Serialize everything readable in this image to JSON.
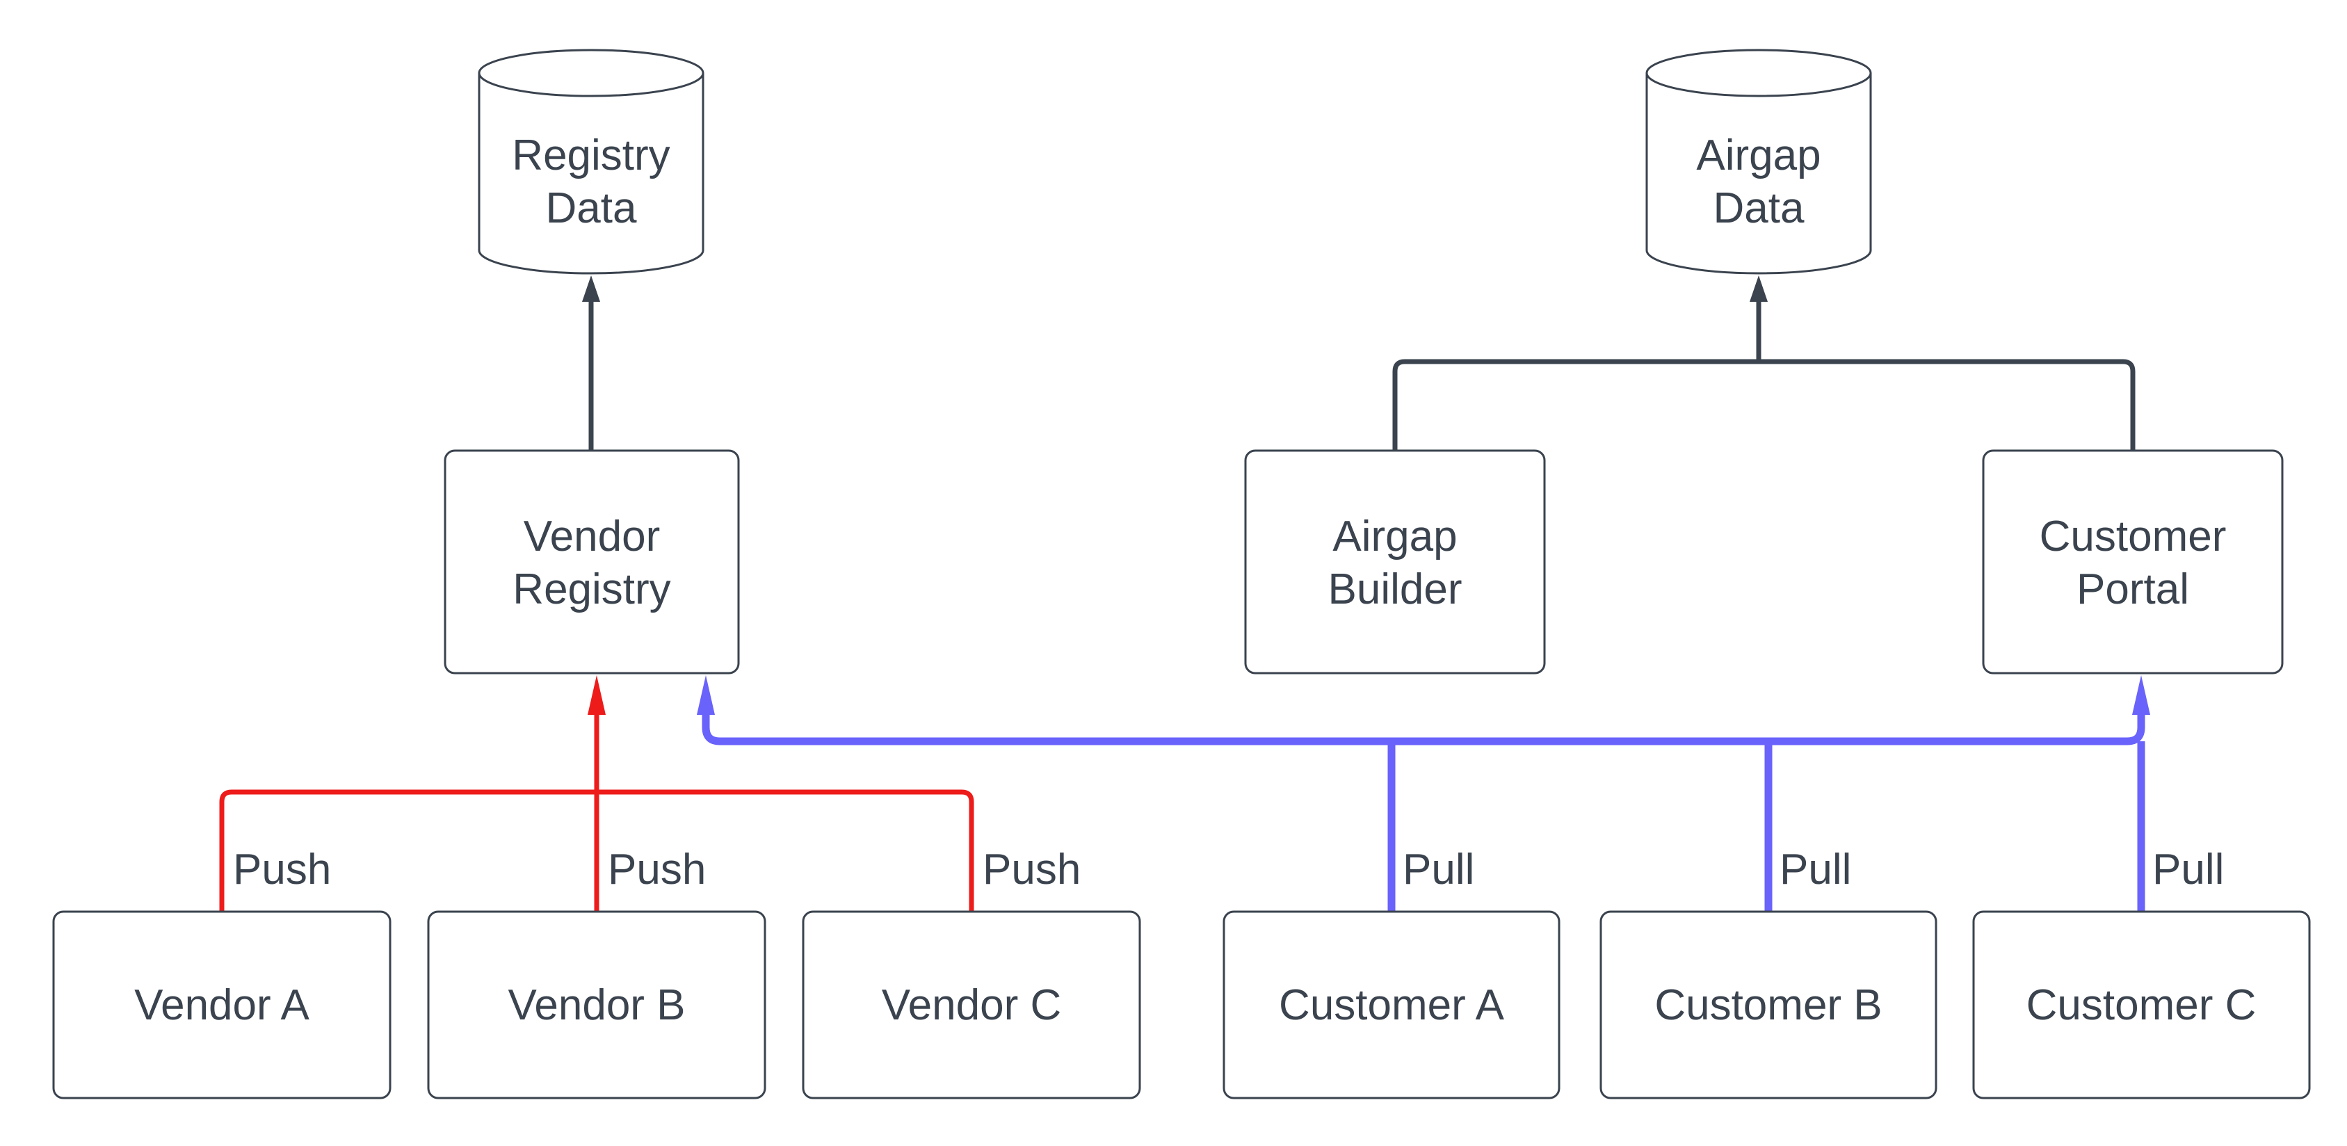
{
  "diagram": {
    "background": "#ffffff",
    "colors": {
      "node_stroke": "#3a434e",
      "text": "#3a434e",
      "push_edge": "#ee1b1b",
      "pull_edge": "#6962fb",
      "dark_edge": "#3a434e"
    },
    "datastores": [
      {
        "line1": "Registry",
        "line2": "Data"
      },
      {
        "line1": "Airgap",
        "line2": "Data"
      }
    ],
    "services": [
      {
        "line1": "Vendor",
        "line2": "Registry"
      },
      {
        "line1": "Airgap",
        "line2": "Builder"
      },
      {
        "line1": "Customer",
        "line2": "Portal"
      }
    ],
    "vendors": [
      {
        "label": "Vendor A"
      },
      {
        "label": "Vendor B"
      },
      {
        "label": "Vendor C"
      }
    ],
    "customers": [
      {
        "label": "Customer A"
      },
      {
        "label": "Customer B"
      },
      {
        "label": "Customer C"
      }
    ],
    "edge_labels": {
      "push": "Push",
      "pull": "Pull"
    }
  }
}
